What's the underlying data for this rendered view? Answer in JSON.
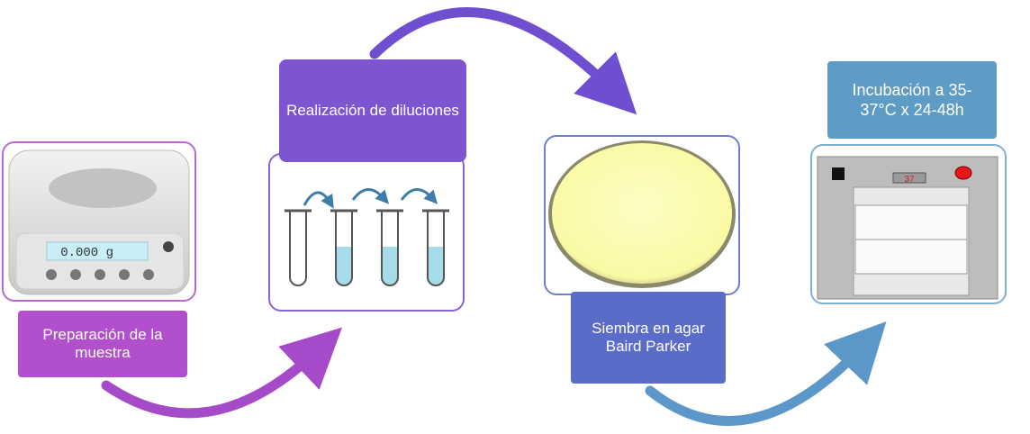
{
  "steps": [
    {
      "label": "Preparación de la muestra",
      "color": "#b14fcc"
    },
    {
      "label": "Realización de diluciones",
      "color": "#7d55d0"
    },
    {
      "label": "Siembra en agar Baird Parker",
      "color": "#5b6bc8"
    },
    {
      "label": "Incubación a 35-37°C x 24-48h",
      "color": "#5e9cc6"
    }
  ],
  "scale": {
    "display": "0.000 g"
  },
  "incubator": {
    "display": "37"
  },
  "colors": {
    "arrow_purple": "#a54bc9",
    "arrow_violet": "#6f4fd0",
    "arrow_blue": "#5b97c8",
    "agar": "#fafaa5",
    "liquid": "#a6dcea"
  }
}
